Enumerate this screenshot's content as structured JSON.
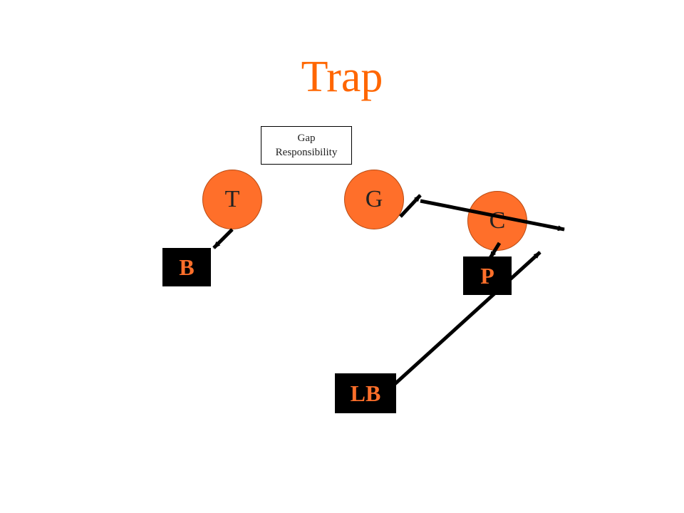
{
  "slide": {
    "title": "Trap",
    "gap_box": {
      "line1": "Gap",
      "line2": "Responsibility"
    },
    "offense": [
      {
        "id": "tackle",
        "label": "T"
      },
      {
        "id": "guard",
        "label": "G"
      },
      {
        "id": "center",
        "label": "C"
      }
    ],
    "defense": [
      {
        "id": "back",
        "label": "B"
      },
      {
        "id": "playside",
        "label": "P"
      },
      {
        "id": "linebacker",
        "label": "LB"
      }
    ]
  },
  "colors": {
    "title": "#ff6600",
    "offense_fill": "#ff6f2a",
    "defense_fill": "#000000",
    "defense_text": "#ff6f2a",
    "arrow": "#000000"
  }
}
